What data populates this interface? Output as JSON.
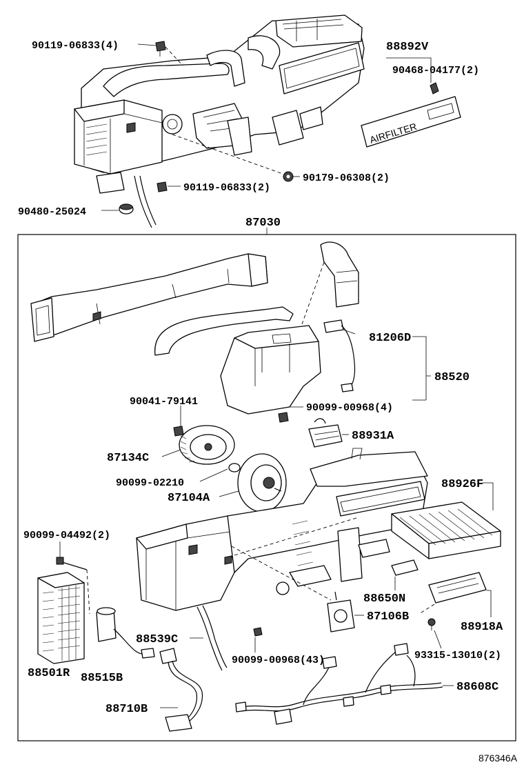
{
  "labels": {
    "l_90119_top": "90119-06833(4)",
    "l_88892V": "88892V",
    "l_90468": "90468-04177(2)",
    "l_90179": "90179-06308(2)",
    "l_90119_mid": "90119-06833(2)",
    "l_90480": "90480-25024",
    "l_87030": "87030",
    "l_81206D": "81206D",
    "l_88520": "88520",
    "l_90041": "90041-79141",
    "l_90099_00968_4": "90099-00968(4)",
    "l_88931A": "88931A",
    "l_87134C": "87134C",
    "l_90099_02210": "90099-02210",
    "l_87104A": "87104A",
    "l_88926F": "88926F",
    "l_90099_04492": "90099-04492(2)",
    "l_88650N": "88650N",
    "l_87106B": "87106B",
    "l_88918A": "88918A",
    "l_88539C": "88539C",
    "l_90099_00968_43": "90099-00968(43)",
    "l_93315": "93315-13010(2)",
    "l_88501R": "88501R",
    "l_88515B": "88515B",
    "l_88608C": "88608C",
    "l_88710B": "88710B",
    "filter_text": "AIRFILTER",
    "diagram_code": "876346A"
  }
}
